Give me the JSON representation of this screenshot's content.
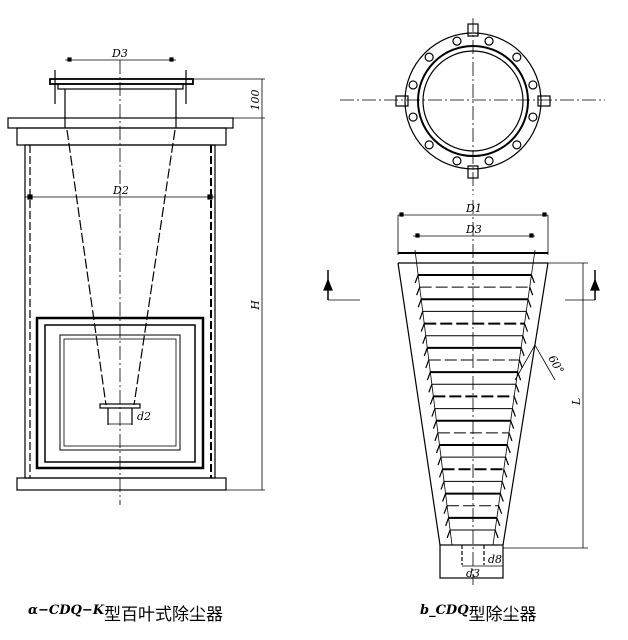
{
  "drawing_a": {
    "labels": {
      "top_diameter": "D3",
      "height_100": "100",
      "body_diameter": "D2",
      "total_height": "H",
      "outlet_diameter": "d2"
    },
    "caption_code": "α−CDQ−K",
    "caption_name": "型百叶式除尘器"
  },
  "drawing_b": {
    "labels": {
      "outer_diameter": "D1",
      "inner_diameter": "D3",
      "angle": "60°",
      "length": "L",
      "outlet_small": "d8",
      "outlet_diameter": "d3"
    },
    "caption_code": "b_CDQ",
    "caption_name": "型除尘器",
    "blade_count": 22
  }
}
